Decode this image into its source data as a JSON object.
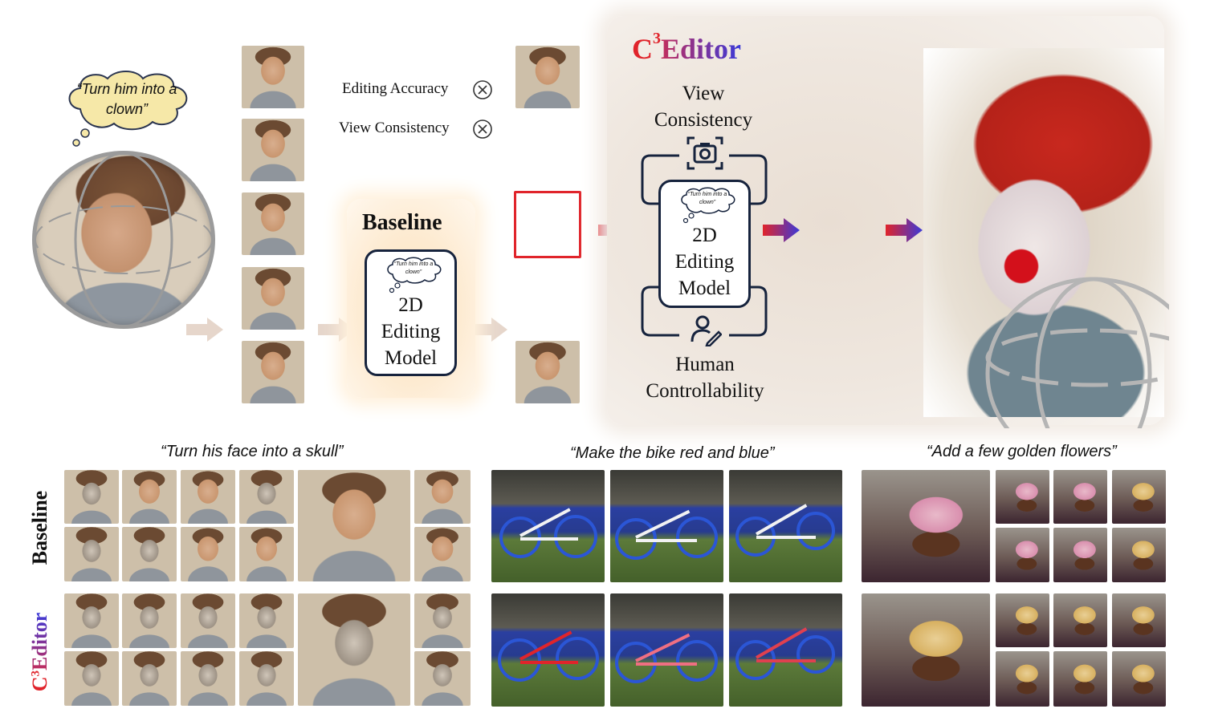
{
  "prompt_bubble": {
    "text": "“Turn him into a clown”"
  },
  "issues": [
    {
      "label": "Editing Accuracy",
      "icon": "cross-circle-icon"
    },
    {
      "label": "View Consistency",
      "icon": "cross-circle-icon"
    }
  ],
  "baseline": {
    "title": "Baseline",
    "model_label_lines": [
      "2D",
      "Editing",
      "Model"
    ],
    "mini_prompt": "“Turn him into a clown”"
  },
  "c3editor": {
    "title_c": "C",
    "title_sup": "3",
    "title_rest": "Editor",
    "view_consistency_lines": [
      "View",
      "Consistency"
    ],
    "human_controllability_lines": [
      "Human",
      "Controllability"
    ],
    "model_label_lines": [
      "2D",
      "Editing",
      "Model"
    ],
    "mini_prompt": "“Turn him into a clown”",
    "icons": [
      "camera-icon",
      "user-edit-icon"
    ]
  },
  "bottom": {
    "captions": [
      "“Turn his face into a skull”",
      "“Make the bike red and blue”",
      "“Add a few golden flowers”"
    ],
    "row_labels": {
      "baseline": "Baseline",
      "c3editor_c": "C",
      "c3editor_sup": "3",
      "c3editor_rest": "Editor"
    }
  },
  "colors": {
    "red": "#e0242b",
    "blue": "#2f3fd8",
    "dark_navy": "#16233d",
    "beige_arrow": "#e6d6cb",
    "baseline_glow": "#fbe6c8",
    "c3_panel": "#efe7df"
  }
}
